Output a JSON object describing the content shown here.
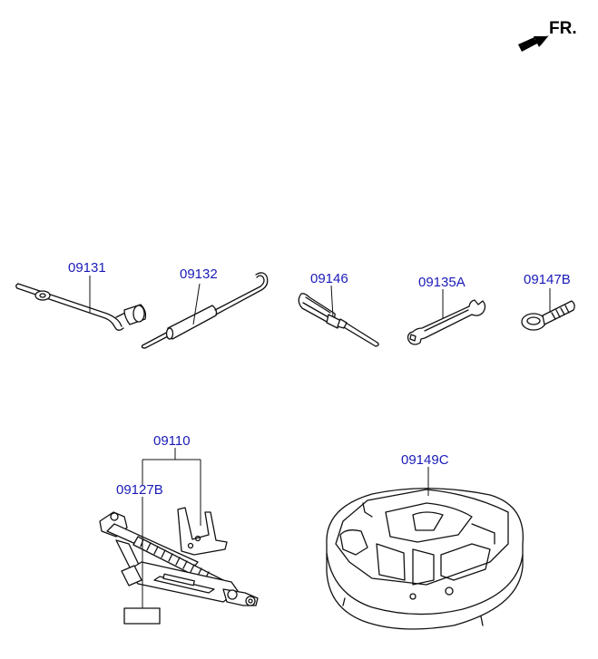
{
  "orientation": {
    "label": "FR.",
    "icon": "front-direction-arrow-icon"
  },
  "parts": [
    {
      "id": "jack-wrench",
      "number": "09131",
      "icon": "l-wrench-icon"
    },
    {
      "id": "jack-handle",
      "number": "09132",
      "icon": "jack-handle-icon"
    },
    {
      "id": "screwdriver",
      "number": "09146",
      "icon": "screwdriver-icon"
    },
    {
      "id": "spanner",
      "number": "09135A",
      "icon": "spanner-icon"
    },
    {
      "id": "towing-hook",
      "number": "09147B",
      "icon": "towing-hook-icon"
    },
    {
      "id": "jack-assembly",
      "number": "09110",
      "icon": "scissor-jack-icon"
    },
    {
      "id": "jack-label",
      "number": "09127B",
      "icon": "label-plate-icon"
    },
    {
      "id": "tool-tray",
      "number": "09149C",
      "icon": "tool-tray-icon"
    }
  ],
  "colors": {
    "label": "#1a1ab8",
    "line": "#111111",
    "background": "#ffffff"
  }
}
